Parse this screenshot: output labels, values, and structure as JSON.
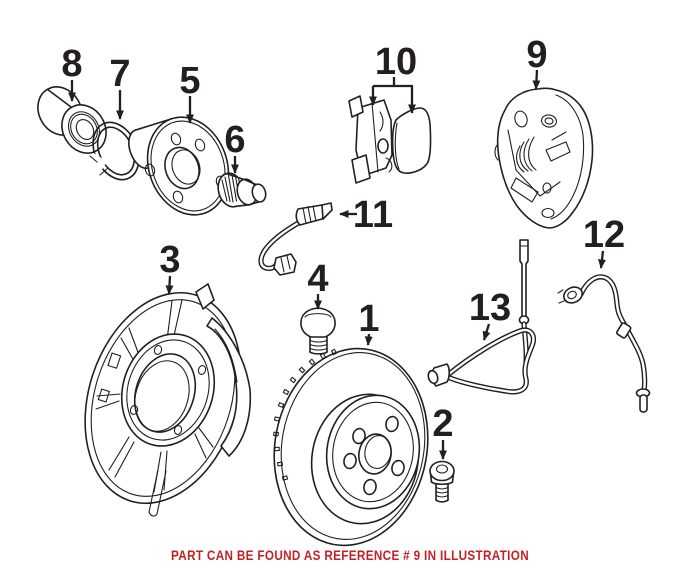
{
  "diagram": {
    "background_color": "#ffffff",
    "line_color": "#231f20",
    "callouts": [
      {
        "number": "1"
      },
      {
        "number": "2"
      },
      {
        "number": "3"
      },
      {
        "number": "4"
      },
      {
        "number": "5"
      },
      {
        "number": "6"
      },
      {
        "number": "7"
      },
      {
        "number": "8"
      },
      {
        "number": "9"
      },
      {
        "number": "10"
      },
      {
        "number": "11"
      },
      {
        "number": "12"
      },
      {
        "number": "13"
      }
    ]
  },
  "footer": {
    "text": "PART CAN BE FOUND AS REFERENCE # 9 IN ILLUSTRATION",
    "color": "#c42127"
  }
}
